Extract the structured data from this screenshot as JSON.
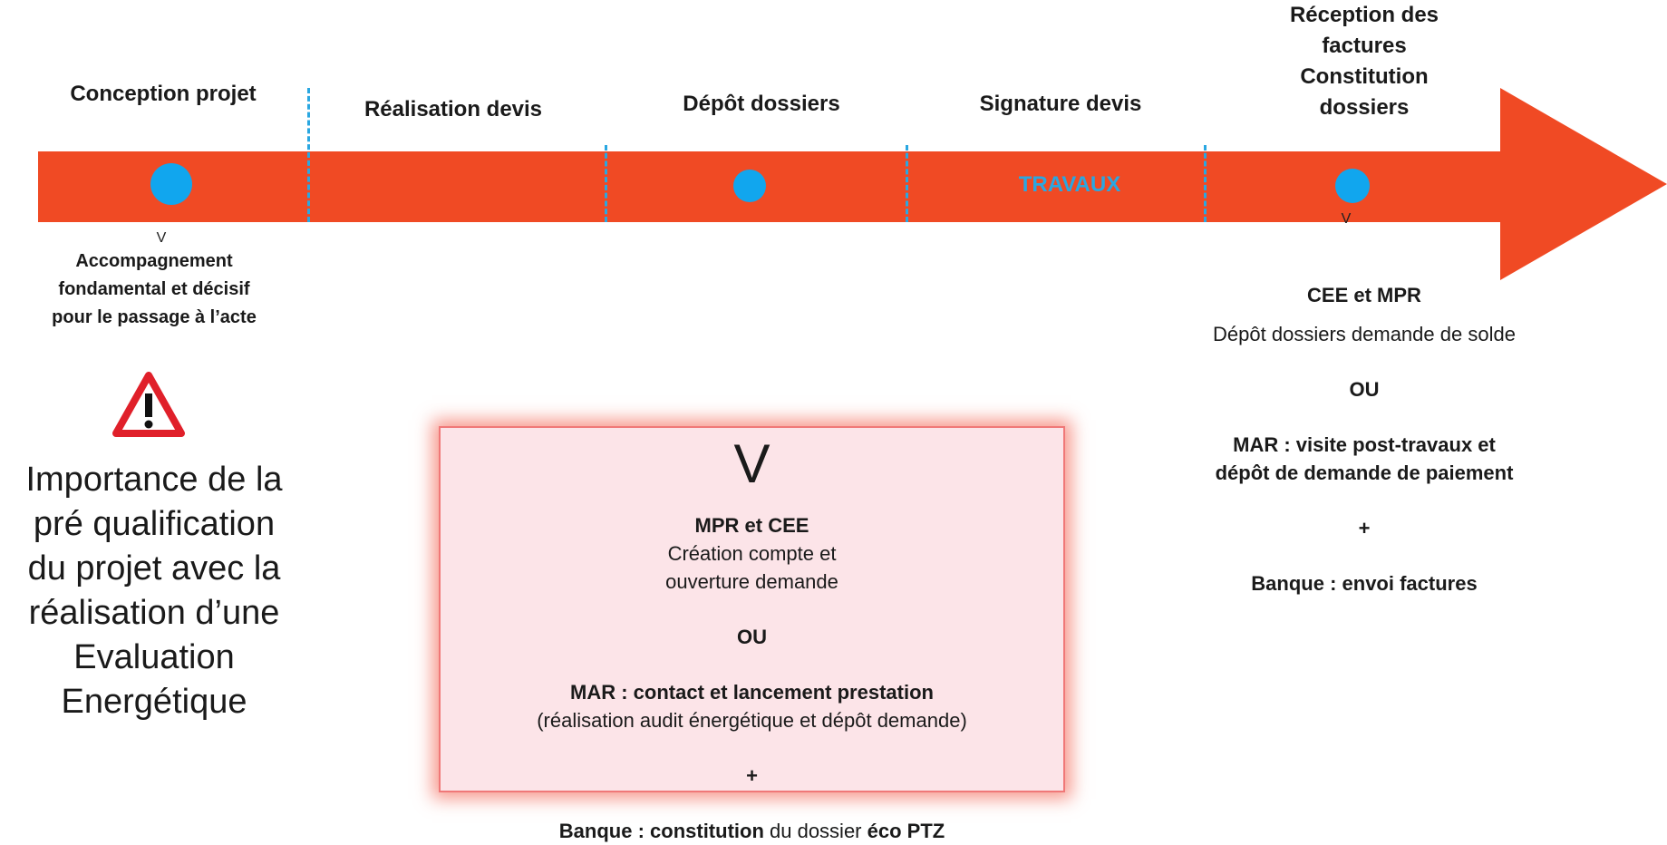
{
  "stages": [
    {
      "label": "Conception projet"
    },
    {
      "label": "Réalisation devis"
    },
    {
      "label": "Dépôt dossiers"
    },
    {
      "label": "Signature devis"
    },
    {
      "label_lines": [
        "Réception des",
        "factures",
        "Constitution",
        "dossiers"
      ]
    }
  ],
  "bar": {
    "center_label": "TRAVAUX",
    "colors": {
      "bar": "#f04a24",
      "dot": "#11a6ee",
      "divider": "#2aa7e1"
    }
  },
  "left": {
    "v_mark": "V",
    "note_lines": [
      "Accompagnement",
      "fondamental et décisif",
      "pour le passage à l’acte"
    ],
    "warning_icon": "warning-triangle-icon",
    "big_lines": [
      "Importance de la",
      "pré qualification",
      "du projet avec la",
      "réalisation d’une",
      "Evaluation",
      "Energétique"
    ]
  },
  "panel": {
    "v_mark": "V",
    "mpr_title": "MPR et CEE",
    "mpr_line1": "Création compte et",
    "mpr_line2": "ouverture demande",
    "ou": "OU",
    "mar_title": "MAR : contact et lancement prestation",
    "mar_detail": "(réalisation audit énergétique et dépôt demande)",
    "plus": "+",
    "banque_bold1": "Banque : constitution",
    "banque_normal": " du dossier ",
    "banque_bold2": "éco PTZ"
  },
  "right": {
    "v_mark": "V",
    "cee_title": "CEE et MPR",
    "cee_detail": "Dépôt dossiers demande de solde",
    "ou": "OU",
    "mar_line1": "MAR : visite post-travaux et",
    "mar_line2": "dépôt de demande de paiement",
    "plus": "+",
    "banque": "Banque : envoi factures"
  }
}
